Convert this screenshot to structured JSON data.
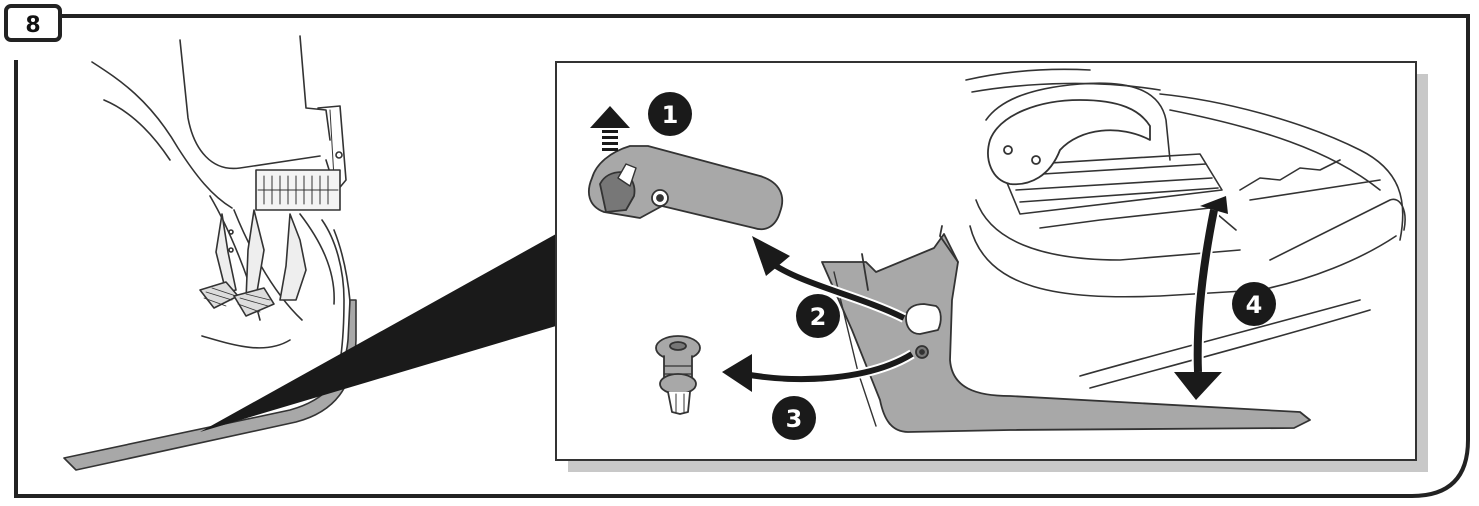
{
  "figure": {
    "step_number": "8",
    "callouts": [
      "1",
      "2",
      "3",
      "4"
    ],
    "colors": {
      "frame": "#222222",
      "part_fill": "#a8a8a8",
      "part_dark": "#777777",
      "shadow": "#c8c8c8",
      "callout_fill": "#1a1a1a",
      "callout_text": "#ffffff",
      "wedge": "#1a1a1a"
    },
    "icons": {
      "step_badge": "step-number-box",
      "callout": "filled-circle-number",
      "pull_up": "dashed-up-arrow",
      "remove_arrow": "curved-arrow"
    }
  }
}
